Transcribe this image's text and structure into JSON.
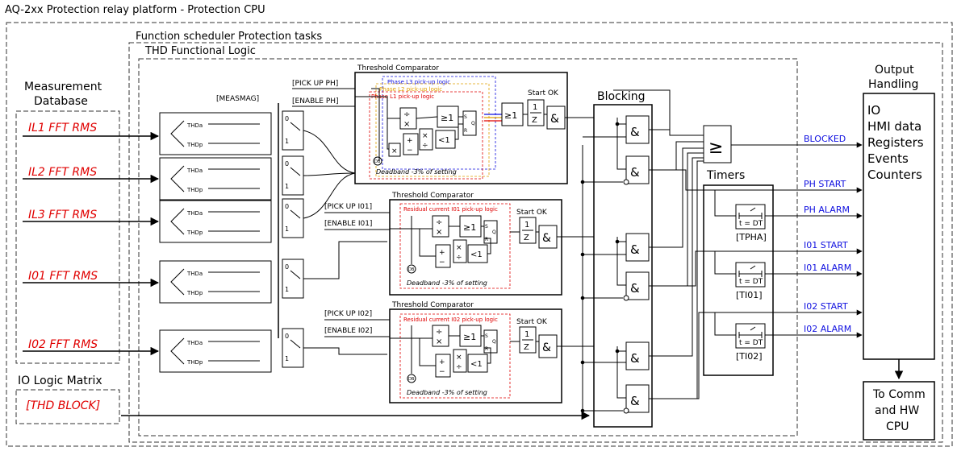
{
  "title": "AQ-2xx Protection relay platform - Protection CPU",
  "scheduler_title": "Function scheduler Protection tasks",
  "logic_title": "THD Functional Logic",
  "measurement": {
    "title_line1": "Measurement",
    "title_line2": "Database",
    "inputs": [
      "IL1 FFT RMS",
      "IL2 FFT RMS",
      "IL3 FFT RMS",
      "I01 FFT RMS",
      "I02 FFT RMS"
    ]
  },
  "io_matrix": {
    "title": "IO Logic Matrix",
    "input": "[THD BLOCK]"
  },
  "measmag": "[MEASMAG]",
  "formulas": {
    "thd_a": "THDa",
    "thd_p": "THDp"
  },
  "comparators": [
    {
      "title": "Threshold Comparator",
      "pickup": "[PICK UP PH]",
      "enable": "[ENABLE PH]",
      "logic_labels": [
        "Phase L3 pick-up logic",
        "Phase L2 pick-up logic",
        "Phase L1 pick-up logic"
      ],
      "deadband": "Deadband  -3% of setting",
      "start_ok": "Start OK"
    },
    {
      "title": "Threshold Comparator",
      "pickup": "[PICK UP I01]",
      "enable": "[ENABLE I01]",
      "logic_labels": [
        "Residual current I01 pick-up logic"
      ],
      "deadband": "Deadband  -3% of setting",
      "start_ok": "Start OK"
    },
    {
      "title": "Threshold Comparator",
      "pickup": "[PICK UP I02]",
      "enable": "[ENABLE I02]",
      "logic_labels": [
        "Residual current I02 pick-up logic"
      ],
      "deadband": "Deadband  -3% of setting",
      "start_ok": "Start OK"
    }
  ],
  "symbols": {
    "ge1": "≥1",
    "lt1": "<1",
    "and": "&",
    "ge": "≥",
    "one_z_num": "1",
    "one_z_den": "Z",
    "div": "÷",
    "mul": "×",
    "plus": "+",
    "minus": "−",
    "db": "DB",
    "s": "S",
    "r": "R",
    "q": "Q",
    "mux0": "0",
    "mux1": "1",
    "t_dt": "t = DT"
  },
  "blocking_title": "Blocking",
  "timers": {
    "title": "Timers",
    "names": [
      "[TPHA]",
      "[TI01]",
      "[TI02]"
    ]
  },
  "signals": [
    "BLOCKED",
    "PH START",
    "PH ALARM",
    "I01 START",
    "I01 ALARM",
    "I02 START",
    "I02 ALARM"
  ],
  "output": {
    "title_line1": "Output",
    "title_line2": "Handling",
    "items": [
      "IO",
      "HMI data",
      "Registers",
      "Events",
      "Counters"
    ],
    "comm": [
      "To Comm",
      "and HW",
      "CPU"
    ]
  },
  "colors": {
    "input_red": "#e00000",
    "signal_blue": "#1010e0",
    "l3": "#1010e0",
    "l2": "#e0a000",
    "l1": "#e00000"
  }
}
